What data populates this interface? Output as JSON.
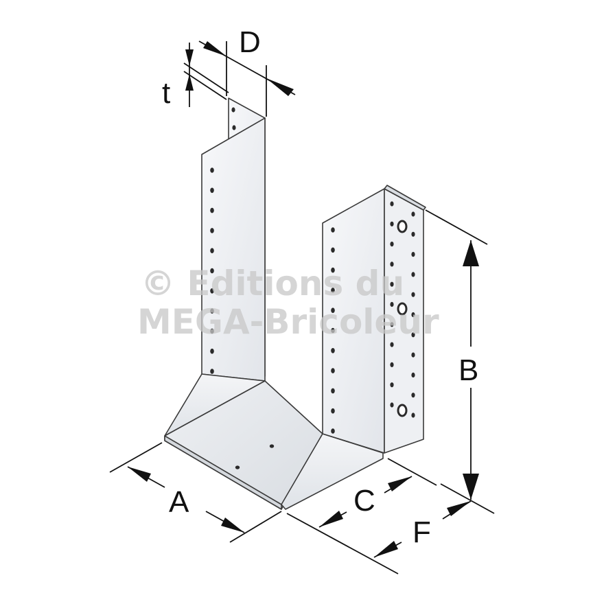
{
  "diagram": {
    "labels": {
      "A": "A",
      "B": "B",
      "C": "C",
      "D": "D",
      "F": "F",
      "t": "t"
    },
    "watermark": {
      "line1": "© Editions du",
      "line2": "MEGA-Bricoleur"
    },
    "colors": {
      "metal_light": "#f2f3f5",
      "metal_mid": "#e3e6ea",
      "metal_dark": "#cfd3d8",
      "outline": "#3a3a3a",
      "dimension": "#111111"
    }
  }
}
